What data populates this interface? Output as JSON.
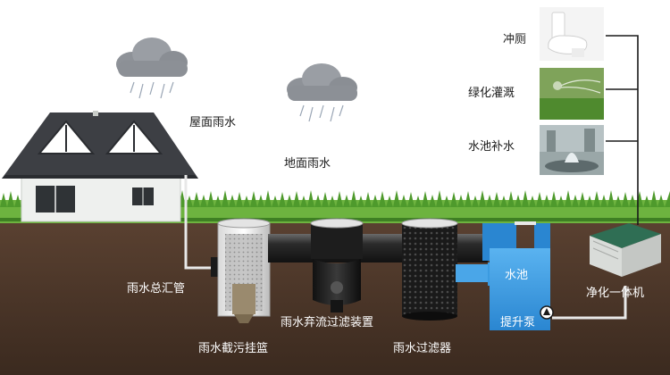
{
  "labels": {
    "roof_rain": "屋面雨水",
    "ground_rain": "地面雨水",
    "flush_toilet": "冲厕",
    "green_irrigation": "绿化灌溉",
    "pond_supply": "水池补水",
    "collector_pipe": "雨水总汇管",
    "debris_basket": "雨水截污挂篮",
    "diverter_filter": "雨水弃流过滤装置",
    "rain_filter": "雨水过滤器",
    "tank": "水池",
    "lift_pump": "提升泵",
    "purifier": "净化一体机"
  },
  "colors": {
    "soil": "#4a3526",
    "grass": "#5fa83a",
    "roof": "#3d3f44",
    "wall": "#eef0ee",
    "tank_water": "#3b9be0",
    "pipe": "#2a2a2a",
    "pipe_white": "#e8e8e8",
    "cloud": "#8c9096",
    "purifier": "#2f6e54"
  }
}
